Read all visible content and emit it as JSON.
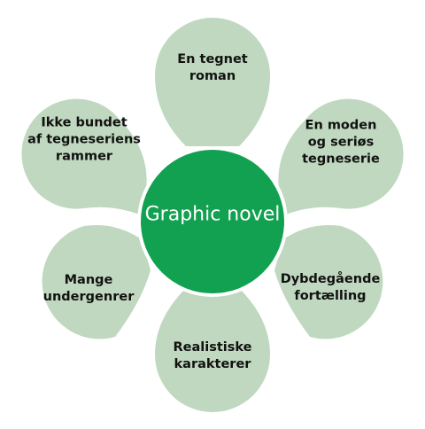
{
  "center": {
    "label": "Graphic novel"
  },
  "petals": [
    {
      "label": "En tegnet\nroman"
    },
    {
      "label": "En moden\nog seriøs\ntegneserie"
    },
    {
      "label": "Dybdegående\nfortælling"
    },
    {
      "label": "Realistiske\nkarakterer"
    },
    {
      "label": "Mange\nundergenrer"
    },
    {
      "label": "Ikke bundet\naf tegneseriens\nrammer"
    }
  ],
  "colors": {
    "petal_fill": "#bfd8bf",
    "center_fill": "#12a150",
    "center_text": "#ffffff",
    "petal_text": "#111111"
  }
}
